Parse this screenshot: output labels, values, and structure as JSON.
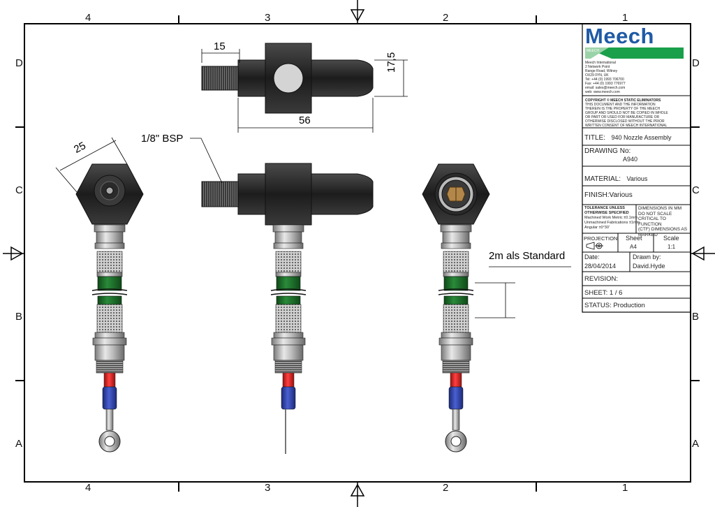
{
  "border": {
    "columns": [
      "4",
      "3",
      "2",
      "1"
    ],
    "rows": [
      "D",
      "C",
      "B",
      "A"
    ]
  },
  "dimensions": {
    "thread_length": "15",
    "body_height": "17,5",
    "overall_length": "56",
    "hex_size": "25",
    "thread_note": "1/8\" BSP",
    "cable_note": "2m als Standard"
  },
  "title_block": {
    "logo": "Meech",
    "logo_sub": "MEECH",
    "address": [
      "Meech International",
      "2 Network Point",
      "Range Road, Witney",
      "OX29 0YN, UK",
      "Tel: +44 (0) 1993 706700",
      "Fax: +44 (0) 1993 776977",
      "email: sales@meech.com",
      "web: www.meech.com"
    ],
    "copyright": [
      "COPYRIGHT © MEECH STATIC ELIMINATORS",
      "THIS DOCUMENT AND THE INFORMATION",
      "THEREIN IS THE PROPERTY OF THE MEECH",
      "GROUP AND SHOULD NOT BE COPIED IN WHOLE",
      "OR PART OR USED FOR MANUFACTURE OR",
      "OTHERWISE DISCLOSED WITHOUT THE PRIOR",
      "WRITTEN CONSENT OF MEECH INTERNATIONAL"
    ],
    "title_label": "TITLE:",
    "title_value": "940 Nozzle Assembly",
    "drawing_label": "DRAWING No:",
    "drawing_value": "A940",
    "material_label": "MATERIAL:",
    "material_value": "Various",
    "finish_label": "FINISH:Various",
    "tolerance": [
      "TOLERANCE UNLESS",
      "OTHERWISE SPECIFIED",
      "Machined Work Metric ±0.1mm",
      "Unmachined Fabrications ±1mm",
      "Angular ±0°30'"
    ],
    "dims_note": [
      "DIMENSIONS IN MM",
      "DO NOT SCALE",
      "CRITICAL TO FUNCTION",
      "(CTF) DIMENSIONS AS",
      "MARKED"
    ],
    "projection_label": "PROJECTION",
    "sheet_label": "Sheet",
    "sheet_value": "A4",
    "scale_label": "Scale",
    "scale_value": "1:1",
    "date_label": "Date:",
    "date_value": "28/04/2014",
    "drawn_label": "Drawn by:",
    "drawn_value": "David.Hyde",
    "revision_label": "REVISION:",
    "sheet_no_label": "SHEET: 1 / 6",
    "status_label": "STATUS: Production"
  },
  "colors": {
    "body": "#2b2b2b",
    "metal": "#c8c8c8",
    "cable": "#1f6b2a",
    "sleeve_red": "#d8262b",
    "sleeve_blue": "#2a3ea0",
    "logo_blue": "#1f5aa6",
    "logo_green": "#1aa04a"
  }
}
